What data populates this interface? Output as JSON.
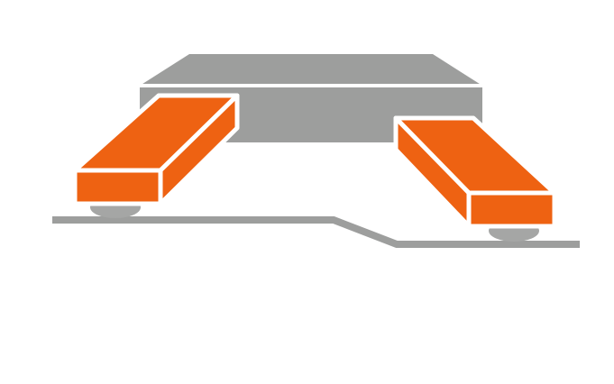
{
  "diagram": {
    "colors": {
      "body": "#9d9e9d",
      "lead": "#ee6212",
      "outline": "#ffffff",
      "board": "#9d9e9d",
      "solder": "#a5a6a5"
    },
    "elements": [
      "component-body",
      "left-lead",
      "right-lead",
      "left-solder-joint",
      "right-solder-joint",
      "circuit-board"
    ]
  }
}
